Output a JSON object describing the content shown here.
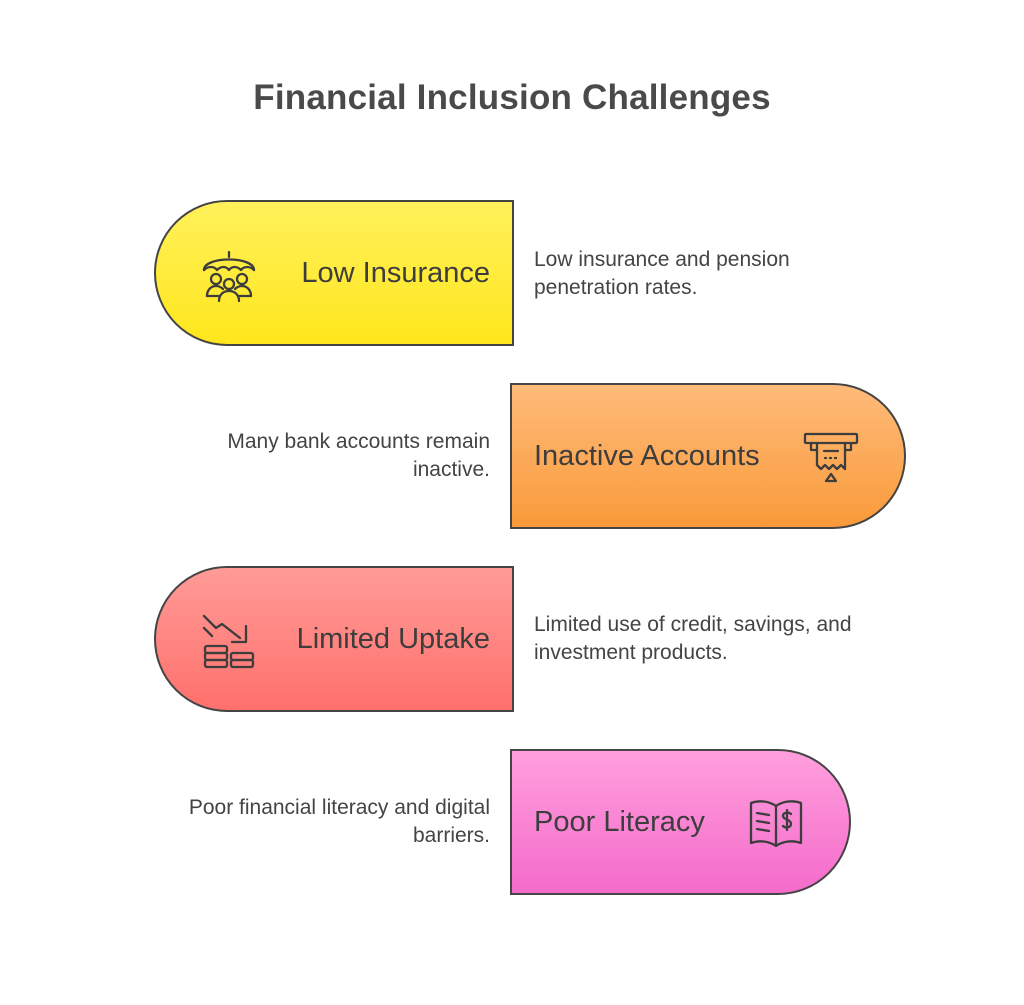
{
  "title": "Financial Inclusion Challenges",
  "colors": {
    "low_insurance": "#ffe61c",
    "inactive_accounts": "#f99a3a",
    "limited_uptake": "#ff706c",
    "poor_literacy": "#f46bcb",
    "outline": "#444444"
  },
  "challenges": [
    {
      "label": "Low Insurance",
      "description": "Low insurance and pension penetration rates.",
      "icon": "umbrella-people-icon"
    },
    {
      "label": "Inactive Accounts",
      "description": "Many bank accounts remain inactive.",
      "icon": "atm-receipt-icon"
    },
    {
      "label": "Limited Uptake",
      "description": "Limited use of credit, savings, and investment products.",
      "icon": "decline-coins-icon"
    },
    {
      "label": "Poor Literacy",
      "description": "Poor financial literacy and digital barriers.",
      "icon": "book-dollar-icon"
    }
  ]
}
